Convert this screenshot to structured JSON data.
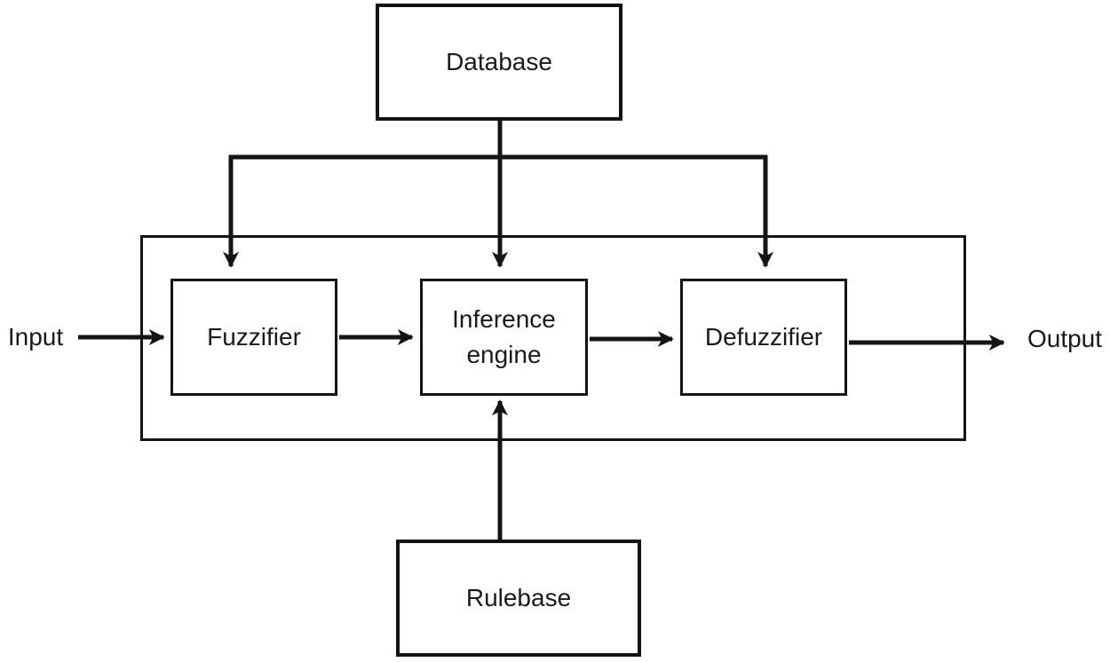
{
  "diagram": {
    "nodes": {
      "database": {
        "label": "Database"
      },
      "fuzzifier": {
        "label": "Fuzzifier"
      },
      "inference": {
        "label": "Inference engine"
      },
      "defuzzifier": {
        "label": "Defuzzifier"
      },
      "rulebase": {
        "label": "Rulebase"
      }
    },
    "io": {
      "input": "Input",
      "output": "Output"
    },
    "colors": {
      "line": "#141414",
      "background": "#ffffff"
    }
  }
}
